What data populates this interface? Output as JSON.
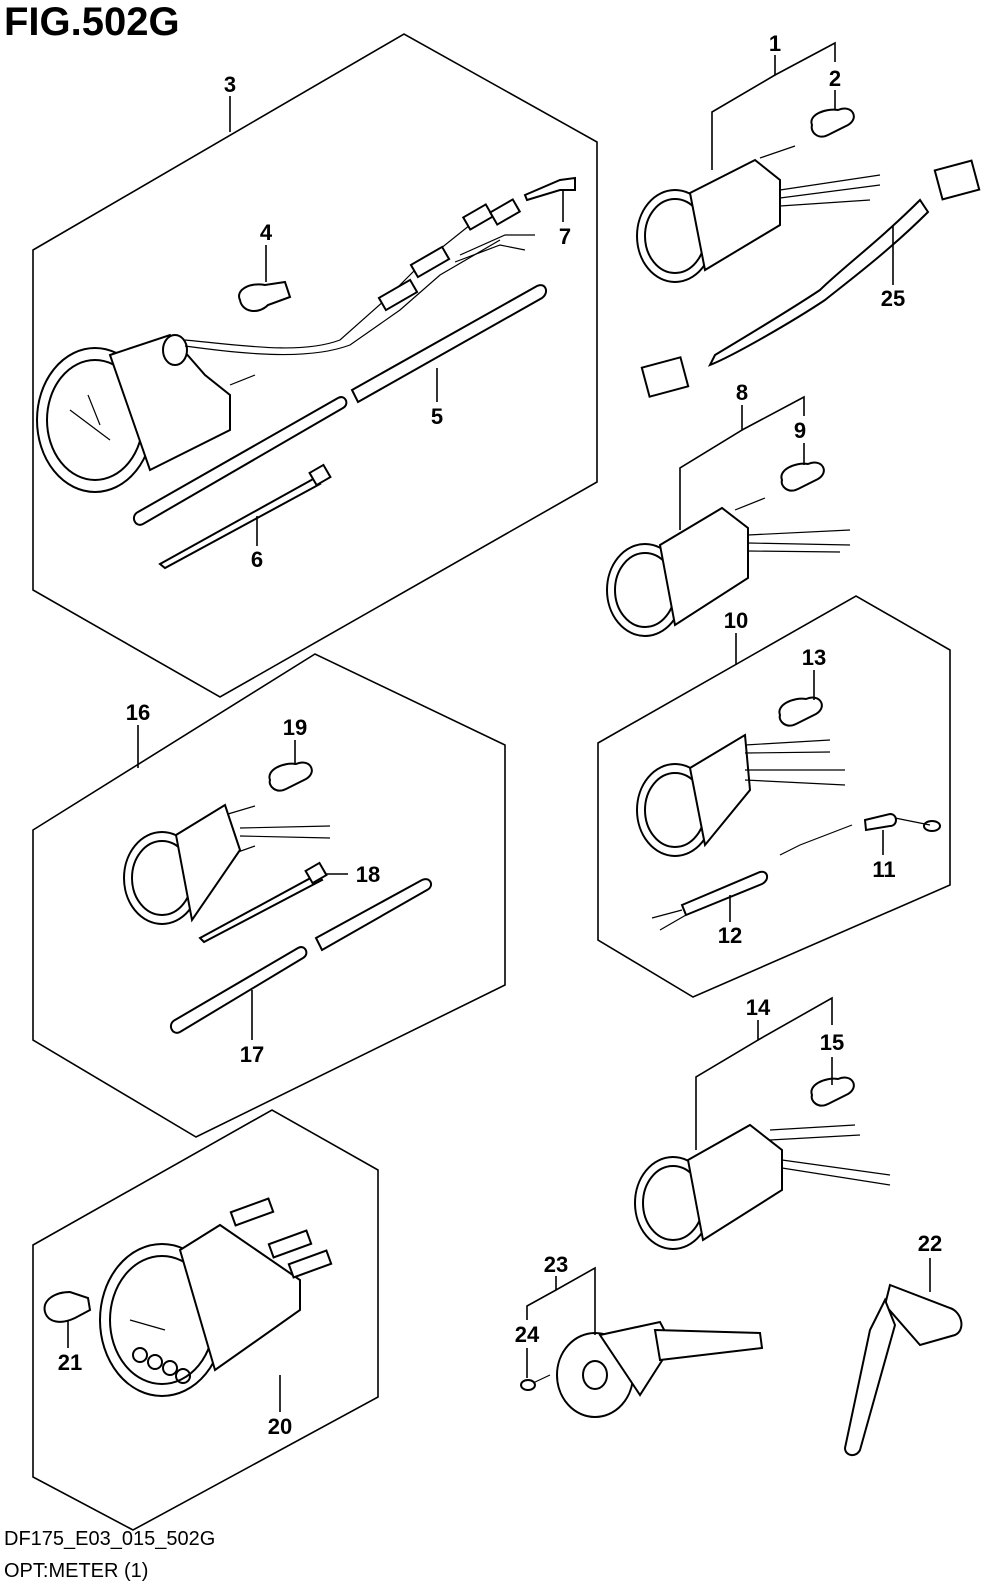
{
  "header": {
    "title": "FIG.502G"
  },
  "footer": {
    "code": "DF175_E03_015_502G",
    "subtitle": "OPT:METER (1)"
  },
  "callouts": [
    "1",
    "2",
    "3",
    "4",
    "5",
    "6",
    "7",
    "8",
    "9",
    "10",
    "11",
    "12",
    "13",
    "14",
    "15",
    "16",
    "17",
    "18",
    "19",
    "20",
    "21",
    "22",
    "23",
    "24",
    "25"
  ]
}
